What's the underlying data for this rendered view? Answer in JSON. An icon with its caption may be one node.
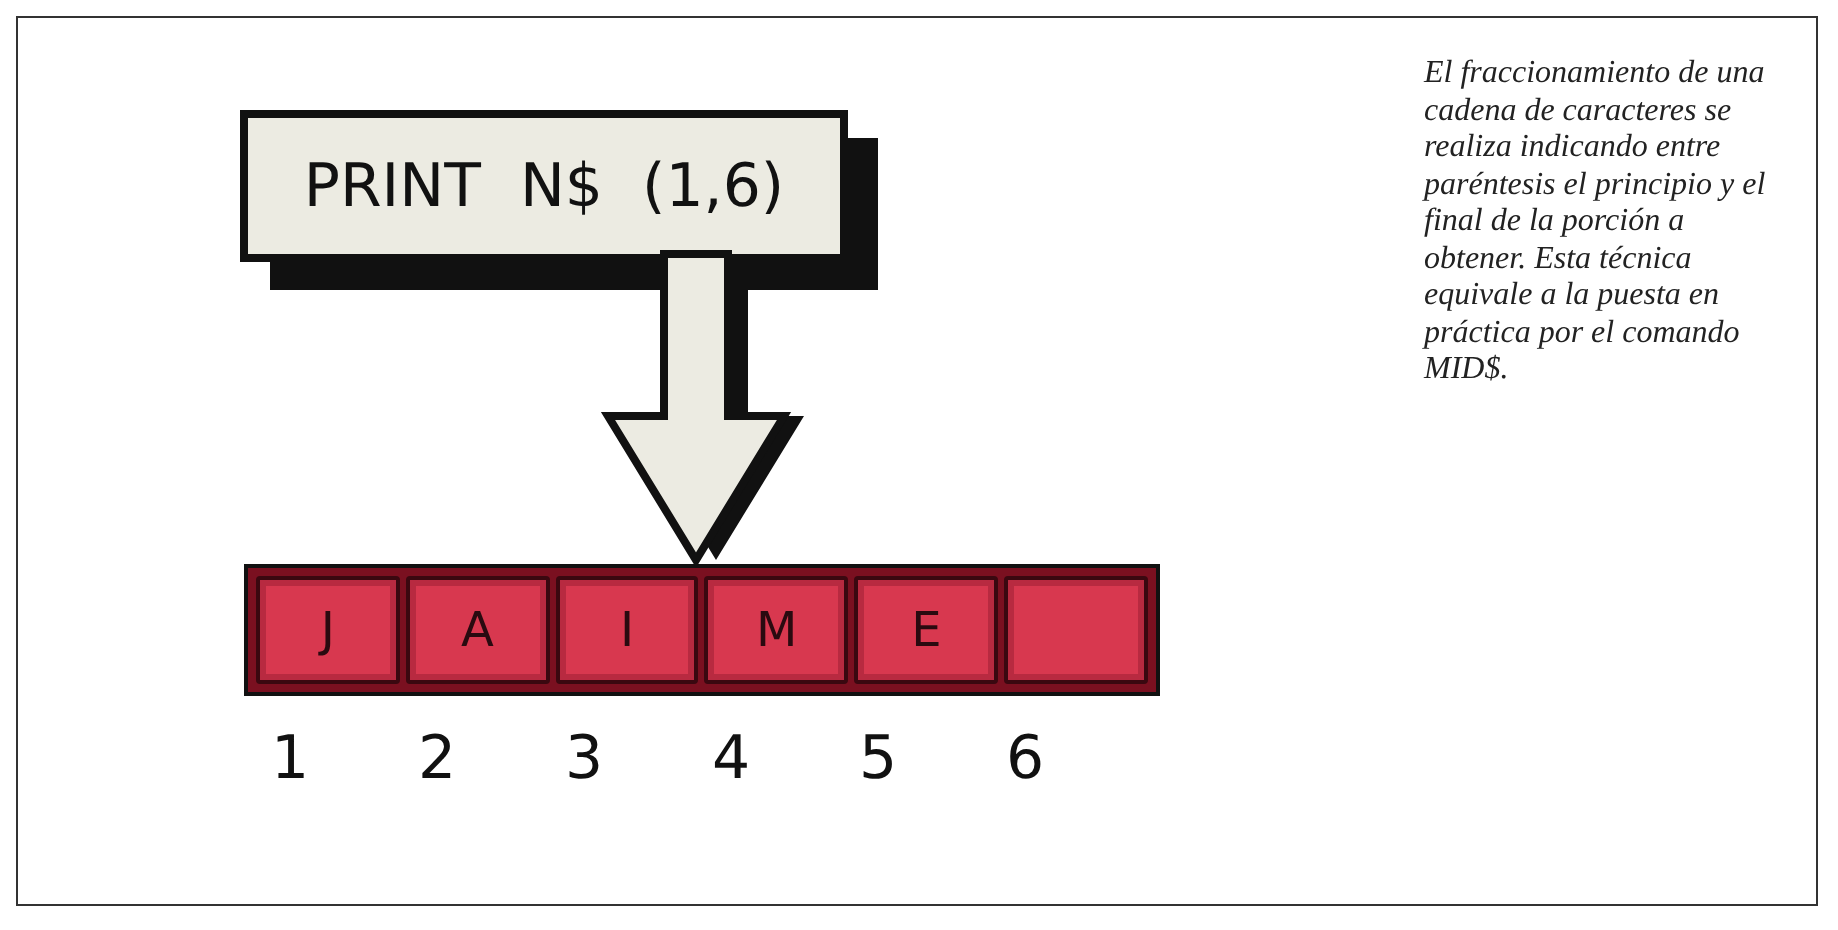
{
  "diagram": {
    "caption": "El fraccionamiento de una cadena de caracteres se realiza indicando entre paréntesis el principio y el final de la porción a obtener. Esta técnica equivale a la puesta en práctica por el comando MID$.",
    "nodes": [
      {
        "text": [
          "PRINT N$ (1,6)"
        ]
      },
      {
        "text": [],
        "shape": "bar"
      },
      {
        "text": [
          "J"
        ],
        "in": 1
      },
      {
        "text": [
          "A"
        ],
        "in": 1
      },
      {
        "text": [
          "I"
        ],
        "in": 1
      },
      {
        "text": [
          "M"
        ],
        "in": 1
      },
      {
        "text": [
          "E"
        ],
        "in": 1
      },
      {
        "text": [],
        "shape": "box",
        "in": 1
      }
    ],
    "edges": [
      {
        "from": 0,
        "to": 1,
        "arrow": "to"
      }
    ],
    "labels": [
      "1",
      "2",
      "3",
      "4",
      "5",
      "6"
    ]
  }
}
